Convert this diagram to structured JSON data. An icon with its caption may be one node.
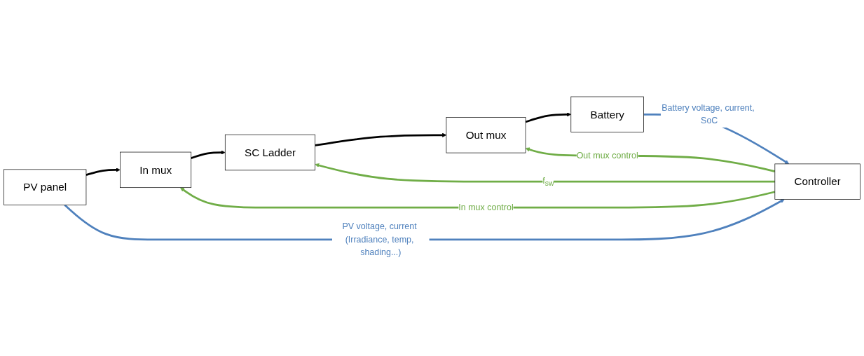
{
  "diagram": {
    "nodes": [
      {
        "text": [
          "PV panel"
        ]
      },
      {
        "text": [
          "In mux"
        ]
      },
      {
        "text": [
          "SC Ladder"
        ]
      },
      {
        "text": [
          "Out mux"
        ]
      },
      {
        "text": [
          "Battery"
        ]
      },
      {
        "text": [
          "Controller"
        ]
      }
    ],
    "edges": [
      {
        "from": 0,
        "to": 1,
        "arrow": "to"
      },
      {
        "from": 1,
        "to": 2,
        "arrow": "to"
      },
      {
        "from": 2,
        "to": 3,
        "arrow": "to"
      },
      {
        "from": 3,
        "to": 4,
        "arrow": "to"
      },
      {
        "from": 0,
        "to": 5,
        "arrow": "to",
        "color": "#4f81bd",
        "label": "PV voltage, current (Irradiance, temp, shading...)"
      },
      {
        "from": 4,
        "to": 5,
        "arrow": "to",
        "color": "#4f81bd",
        "label": "Battery voltage, current, SoC"
      },
      {
        "from": 5,
        "to": 1,
        "arrow": "to",
        "color": "#70ad47",
        "label": "In mux control"
      },
      {
        "from": 5,
        "to": 2,
        "arrow": "to",
        "color": "#70ad47",
        "label": "f$_{sw}$"
      },
      {
        "from": 5,
        "to": 3,
        "arrow": "to",
        "color": "#70ad47",
        "label": "Out mux control"
      }
    ]
  }
}
